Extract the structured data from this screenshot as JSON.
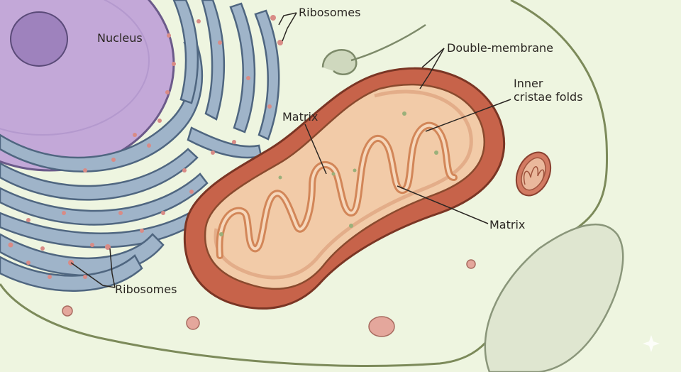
{
  "labels": {
    "nucleus": "Nucleus",
    "ribosomes_top": "Ribosomes",
    "ribosomes_bottom": "Ribosomes",
    "double_membrane": "Double-membrane",
    "inner_cristae": "Inner\ncristae folds",
    "matrix_left": "Matrix",
    "matrix_right": "Matrix"
  },
  "colors": {
    "background": "#eef5e0",
    "nucleus": "#c3a8d8",
    "er": "#8fa6bf",
    "mito_outer": "#c7634a",
    "mito_inner": "#f0c9a8",
    "ribosome": "#d98b86"
  }
}
